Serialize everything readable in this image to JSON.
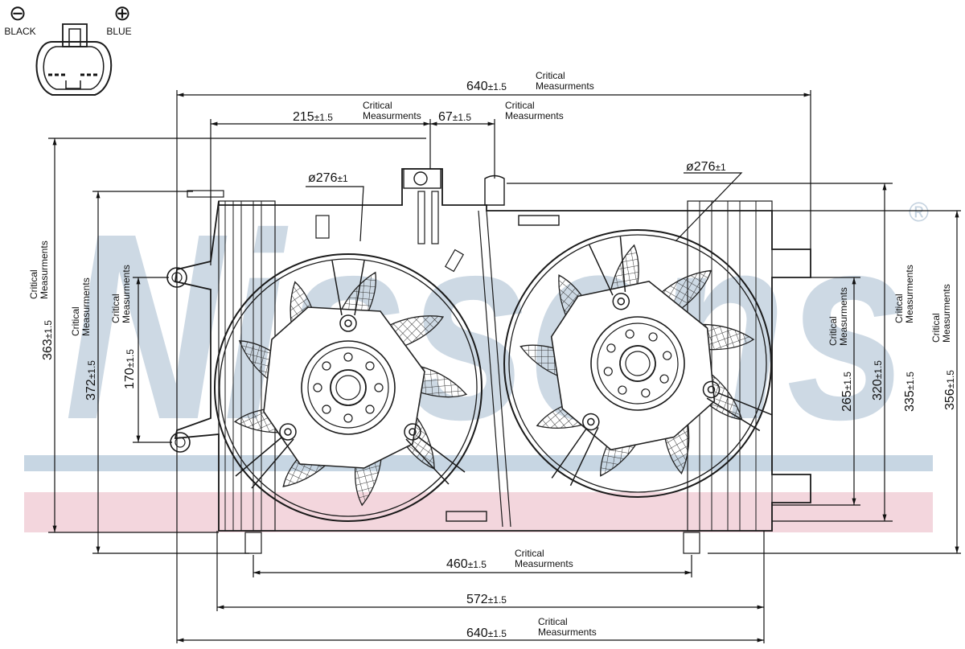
{
  "connector": {
    "minus_symbol": "⊖",
    "plus_symbol": "⊕",
    "minus_label": "BLACK",
    "plus_label": "BLUE"
  },
  "watermark": {
    "text": "Nissens",
    "registered": "®",
    "color": "#c5d3e0",
    "band_blue": "#c7d6e3",
    "band_pink": "#f3d6dd"
  },
  "critical_text": [
    "Critical",
    "Measurments"
  ],
  "dimensions": {
    "top_width": "640",
    "mount_left": "215",
    "mount_small": "67",
    "fan_left_dia": "ø276",
    "fan_left_tol": "±1",
    "fan_right_dia": "ø276",
    "fan_right_tol": "±1",
    "bottom_460": "460",
    "bottom_572": "572",
    "bottom_640": "640",
    "left_363": "363",
    "left_372": "372",
    "left_170": "170",
    "right_265": "265",
    "right_320": "320",
    "right_335": "335",
    "right_356": "356",
    "tol": "±1.5"
  }
}
